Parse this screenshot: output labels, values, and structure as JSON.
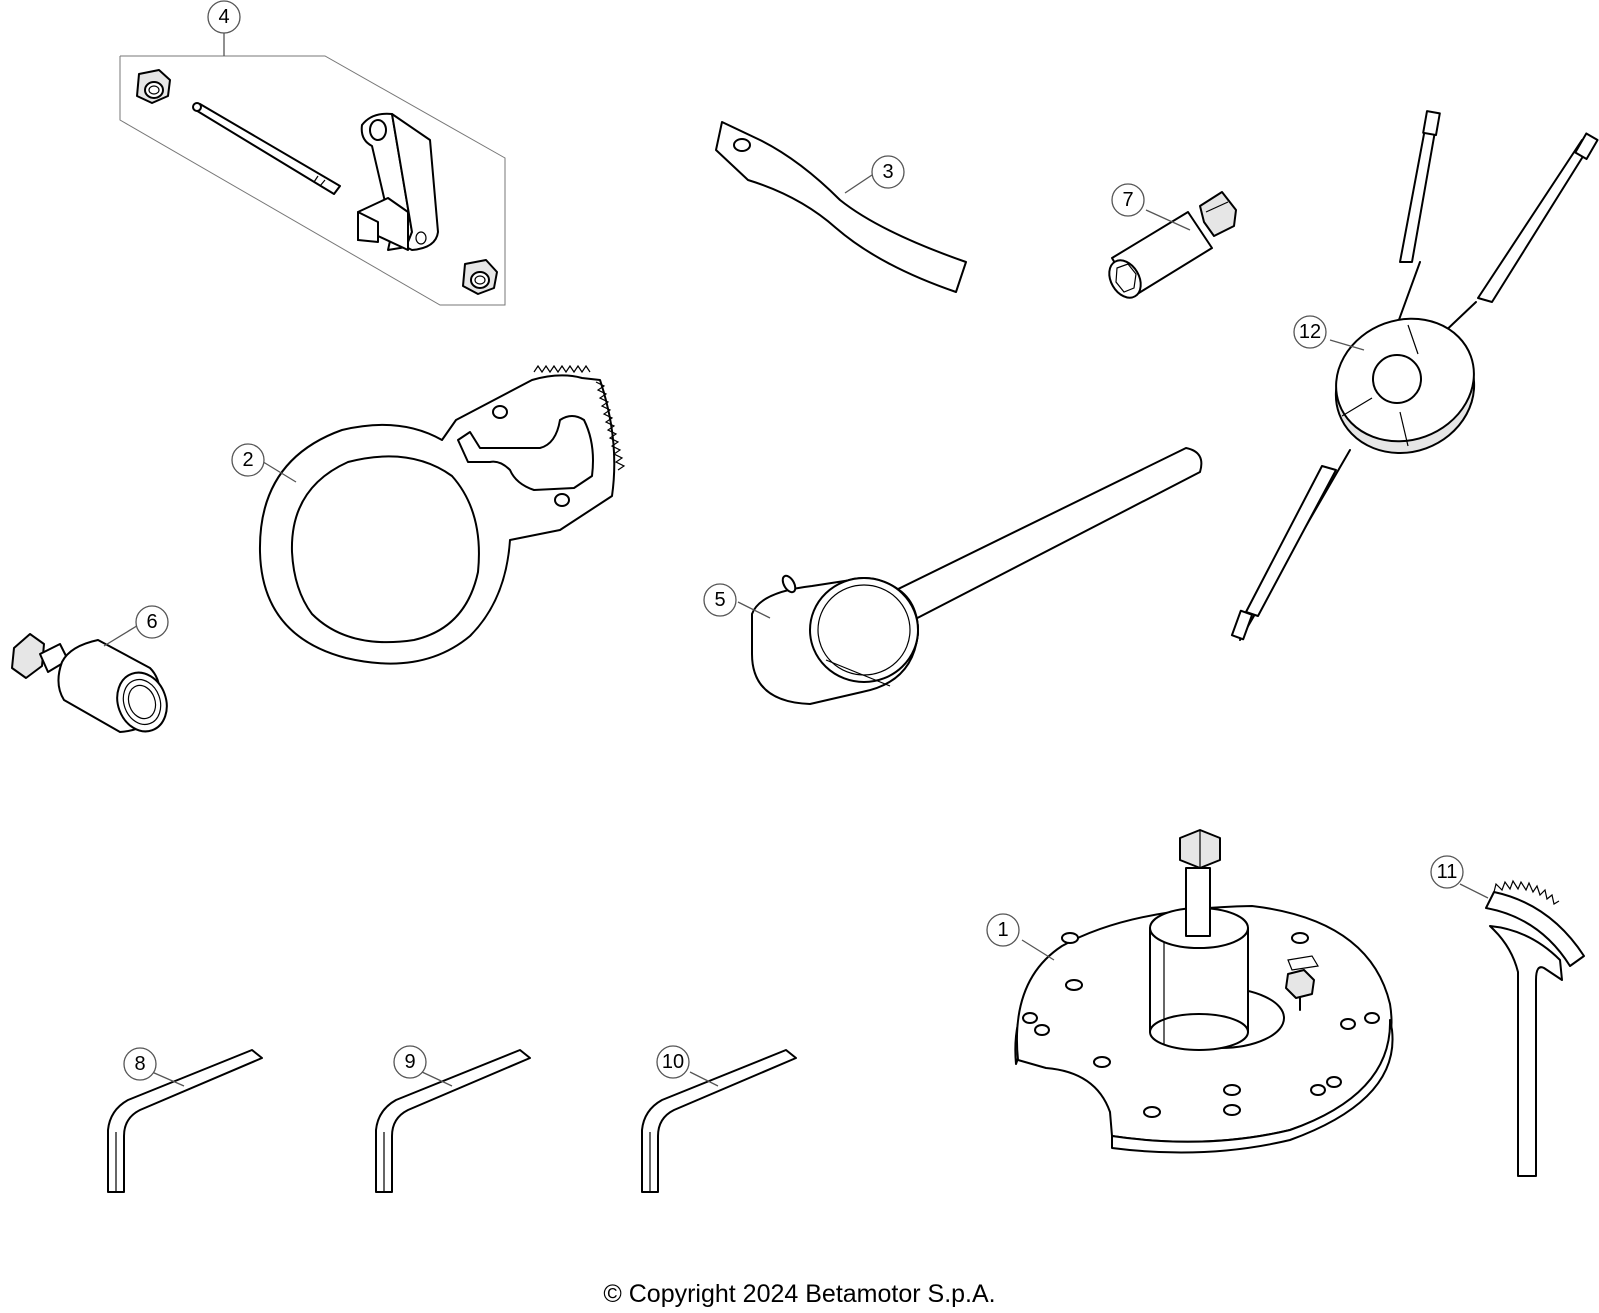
{
  "callouts": {
    "c1": "1",
    "c2": "2",
    "c3": "3",
    "c4": "4",
    "c5": "5",
    "c6": "6",
    "c7": "7",
    "c8": "8",
    "c9": "9",
    "c10": "10",
    "c11": "11",
    "c12": "12"
  },
  "footer": {
    "copyright": "© Copyright 2024 Betamotor S.p.A."
  }
}
